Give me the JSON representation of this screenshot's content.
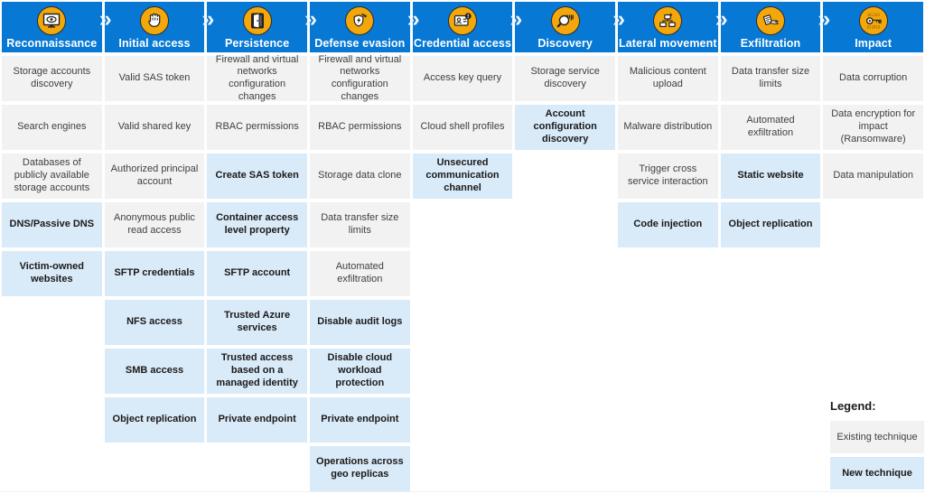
{
  "chevron": "»",
  "colors": {
    "header_blue": "#0778D4",
    "icon_amber": "#F3A70A",
    "existing_bg": "#F2F2F3",
    "new_bg": "#D9EAF8"
  },
  "legend": {
    "title": "Legend:",
    "items": [
      {
        "label": "Existing technique",
        "type": "existing"
      },
      {
        "label": "New technique",
        "type": "new"
      }
    ]
  },
  "columns": [
    {
      "label": "Reconnaissance",
      "icon": "monitor-eye-icon",
      "techniques": [
        {
          "label": "Storage accounts discovery",
          "new": false
        },
        {
          "label": "Search engines",
          "new": false
        },
        {
          "label": "Databases of publicly available storage accounts",
          "new": false
        },
        {
          "label": "DNS/Passive DNS",
          "new": true
        },
        {
          "label": "Victim-owned websites",
          "new": true
        }
      ]
    },
    {
      "label": "Initial access",
      "icon": "fist-icon",
      "techniques": [
        {
          "label": "Valid SAS token",
          "new": false
        },
        {
          "label": "Valid shared key",
          "new": false
        },
        {
          "label": "Authorized principal account",
          "new": false
        },
        {
          "label": "Anonymous public read access",
          "new": false
        },
        {
          "label": "SFTP credentials",
          "new": true
        },
        {
          "label": "NFS access",
          "new": true
        },
        {
          "label": "SMB access",
          "new": true
        },
        {
          "label": "Object replication",
          "new": true
        }
      ]
    },
    {
      "label": "Persistence",
      "icon": "door-icon",
      "techniques": [
        {
          "label": "Firewall and virtual networks configuration changes",
          "new": false
        },
        {
          "label": "RBAC permissions",
          "new": false
        },
        {
          "label": "Create SAS token",
          "new": true
        },
        {
          "label": "Container access level property",
          "new": true
        },
        {
          "label": "SFTP account",
          "new": true
        },
        {
          "label": "Trusted Azure services",
          "new": true
        },
        {
          "label": "Trusted access based on a managed identity",
          "new": true
        },
        {
          "label": "Private endpoint",
          "new": true
        }
      ]
    },
    {
      "label": "Defense evasion",
      "icon": "shield-refresh-icon",
      "techniques": [
        {
          "label": "Firewall and virtual networks configuration changes",
          "new": false
        },
        {
          "label": "RBAC permissions",
          "new": false
        },
        {
          "label": "Storage data clone",
          "new": false
        },
        {
          "label": "Data transfer size limits",
          "new": false
        },
        {
          "label": "Automated exfiltration",
          "new": false
        },
        {
          "label": "Disable audit logs",
          "new": true
        },
        {
          "label": "Disable cloud workload protection",
          "new": true
        },
        {
          "label": "Private endpoint",
          "new": true
        },
        {
          "label": "Operations across geo replicas",
          "new": true
        }
      ]
    },
    {
      "label": "Credential access",
      "icon": "id-card-alert-icon",
      "techniques": [
        {
          "label": "Access key query",
          "new": false
        },
        {
          "label": "Cloud shell profiles",
          "new": false
        },
        {
          "label": "Unsecured communication channel",
          "new": true
        }
      ]
    },
    {
      "label": "Discovery",
      "icon": "magnifier-barcode-icon",
      "techniques": [
        {
          "label": "Storage service discovery",
          "new": false
        },
        {
          "label": "Account configuration discovery",
          "new": true
        }
      ]
    },
    {
      "label": "Lateral movement",
      "icon": "network-nodes-icon",
      "techniques": [
        {
          "label": "Malicious content upload",
          "new": false
        },
        {
          "label": "Malware distribution",
          "new": false
        },
        {
          "label": "Trigger cross service interaction",
          "new": false
        },
        {
          "label": "Code injection",
          "new": true
        }
      ]
    },
    {
      "label": "Exfiltration",
      "icon": "hand-document-icon",
      "techniques": [
        {
          "label": "Data transfer size limits",
          "new": false
        },
        {
          "label": "Automated exfiltration",
          "new": false
        },
        {
          "label": "Static website",
          "new": true
        },
        {
          "label": "Object replication",
          "new": true
        }
      ]
    },
    {
      "label": "Impact",
      "icon": "key-binary-icon",
      "techniques": [
        {
          "label": "Data corruption",
          "new": false
        },
        {
          "label": "Data encryption for impact (Ransomware)",
          "new": false
        },
        {
          "label": "Data manipulation",
          "new": false
        }
      ]
    }
  ]
}
